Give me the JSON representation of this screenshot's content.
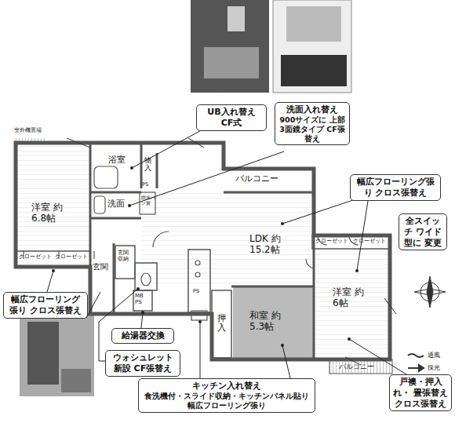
{
  "diagram": {
    "nodes": [
      {
        "text": [
          "UB入れ替え CF式"
        ]
      },
      {
        "text": [
          "洗面入れ替え",
          "900サイズに 上部3面鏡タイプ CF張替え"
        ]
      },
      {
        "text": [
          "幅広フローリング張り クロス張替え"
        ]
      },
      {
        "text": [
          "全スイッチ ワイド型に 変更"
        ]
      },
      {
        "text": [
          "幅広フローリング張り クロス張替え"
        ]
      },
      {
        "text": [
          "給湯器交換"
        ]
      },
      {
        "text": [
          "ウォシュレット新設 CF張替え"
        ]
      },
      {
        "text": [
          "キッチン入れ替え",
          "食洗機付・スライド収納・キッチンパネル貼り 幅広フローリング張り"
        ]
      },
      {
        "text": [
          "戸襖・押入れ・ 畳張替え クロス張替え"
        ]
      }
    ],
    "labels": [
      "室外機置場",
      "洋室 約6.8帖",
      "浴室",
      "物入",
      "PS",
      "洗面",
      "防水パン置",
      "バルコニー",
      "LDK 約15.2帖",
      "クローゼット",
      "クローゼット",
      "クローゼット",
      "クローゼット",
      "玄関",
      "玄関収納",
      "MB PS",
      "PS",
      "押入",
      "和室 約5.3帖",
      "洋室 約6帖",
      "バルコニー"
    ],
    "legend": [
      {
        "text": "通風"
      },
      {
        "text": "採光"
      }
    ]
  }
}
